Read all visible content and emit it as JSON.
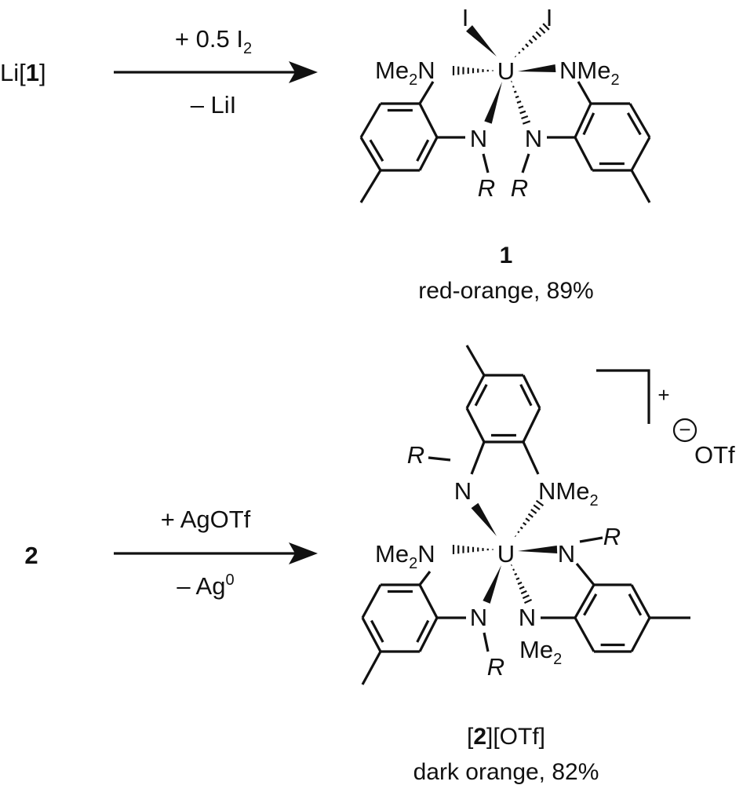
{
  "reaction1": {
    "reactant_prefix": "Li[",
    "reactant_bold": "1",
    "reactant_suffix": "]",
    "reagent_above": "+ 0.5 I",
    "reagent_above_sub": "2",
    "reagent_below": "– LiI",
    "product_number": "1",
    "product_caption": "red-orange, 89%"
  },
  "reaction2": {
    "reactant_bold": "2",
    "reagent_above": "+ AgOTf",
    "reagent_below": "– Ag",
    "reagent_below_sup": "0",
    "product_prefix": "[",
    "product_bold": "2",
    "product_suffix": "][OTf]",
    "product_caption": "dark orange, 82%",
    "charge": "+",
    "anion_charge": "−",
    "anion": "OTf"
  },
  "atoms": {
    "U": "U",
    "I": "I",
    "N": "N",
    "Me": "Me",
    "two": "2",
    "R": "R"
  },
  "colors": {
    "ink": "#111111",
    "background": "#ffffff"
  }
}
